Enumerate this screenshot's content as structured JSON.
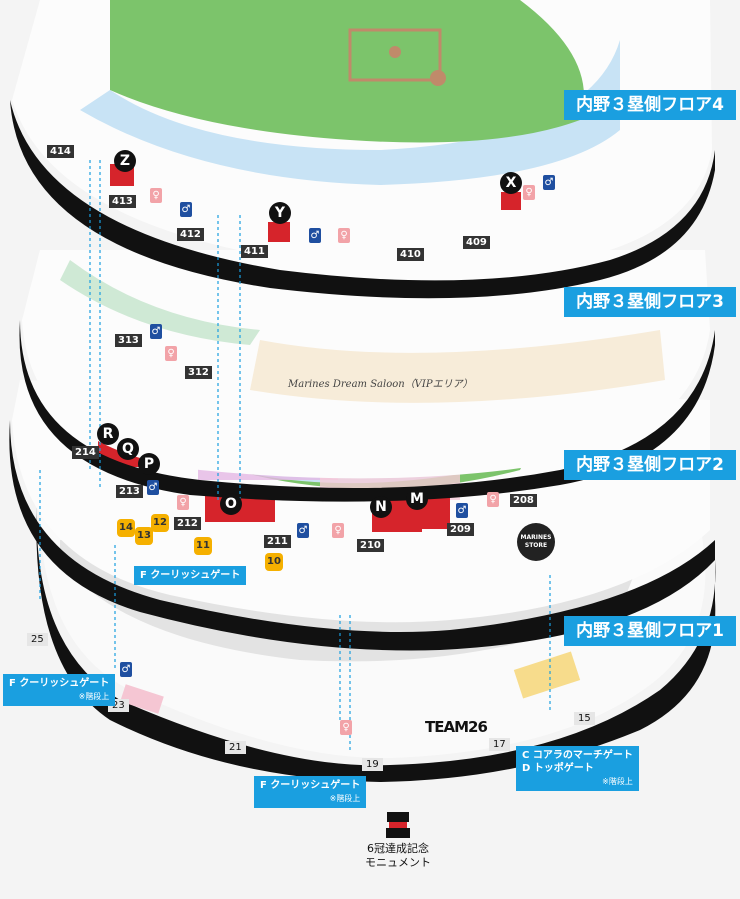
{
  "floors": [
    {
      "label": "内野３塁側フロア4"
    },
    {
      "label": "内野３塁側フロア3"
    },
    {
      "label": "内野３塁側フロア2"
    },
    {
      "label": "内野３塁側フロア1"
    }
  ],
  "sections": {
    "f4": [
      "414",
      "413",
      "412",
      "411",
      "410",
      "409"
    ],
    "f3": [
      "313",
      "312"
    ],
    "f2": [
      "214",
      "213",
      "212",
      "211",
      "210",
      "209",
      "208"
    ]
  },
  "gate_numbers": [
    "25",
    "23",
    "21",
    "19",
    "17",
    "15"
  ],
  "letters": [
    "Z",
    "Y",
    "X",
    "R",
    "Q",
    "P",
    "O",
    "N",
    "M"
  ],
  "food_numbers": [
    "14",
    "13",
    "12",
    "11",
    "10"
  ],
  "vip_area": "Marines Dream Saloon（VIPエリア）",
  "store_label": "MARINES STORE",
  "team_logo": "TEAM26",
  "gates": {
    "f_floor2": "F クーリッシュゲート",
    "f_left": "F クーリッシュゲート",
    "f_left_note": "※階段上",
    "f_bottom": "F クーリッシュゲート",
    "f_bottom_note": "※階段上",
    "cd_line1": "C コアラのマーチゲート",
    "cd_line2": "D トッポゲート",
    "cd_note": "※階段上"
  },
  "monument": {
    "line1": "6冠達成記念",
    "line2": "モニュメント"
  },
  "colors": {
    "accent": "#1a9fe0",
    "field": "#7cc46b",
    "seat_red": "#d6242b"
  }
}
